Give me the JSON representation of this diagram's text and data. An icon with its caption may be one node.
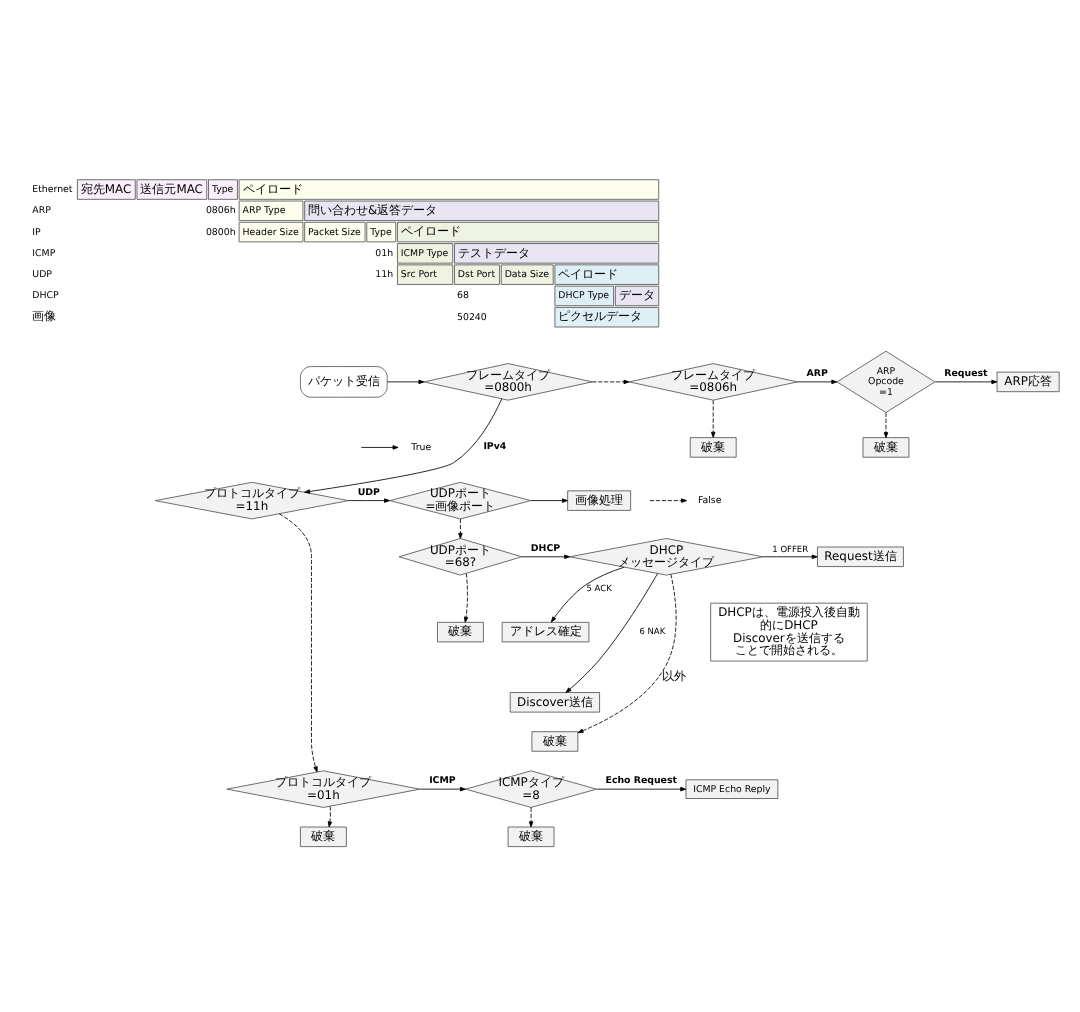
{
  "diagram": {
    "nodes": [
      {
        "text": [
          "パケット受信"
        ]
      },
      {
        "text": [
          "フレームタイプ =0800h"
        ]
      },
      {
        "text": [
          "フレームタイプ =0806h"
        ]
      },
      {
        "text": [
          "ARP Opcode =1"
        ]
      },
      {
        "text": [
          "ARP応答"
        ]
      },
      {
        "text": [
          "破棄"
        ]
      },
      {
        "text": [
          "破棄"
        ]
      },
      {
        "text": [
          "プロトコルタイプ =11h"
        ]
      },
      {
        "text": [
          "UDPポート =画像ポート"
        ]
      },
      {
        "text": [
          "画像処理"
        ]
      },
      {
        "text": [
          "UDPポート =68?"
        ]
      },
      {
        "text": [
          "破棄"
        ]
      },
      {
        "text": [
          "DHCP メッセージタイプ"
        ]
      },
      {
        "text": [
          "Request送信"
        ]
      },
      {
        "text": [
          "アドレス確定"
        ]
      },
      {
        "text": [
          "Discover送信"
        ]
      },
      {
        "text": [
          "破棄"
        ]
      },
      {
        "text": [
          "プロトコルタイプ =01h"
        ]
      },
      {
        "text": [
          "破棄"
        ]
      },
      {
        "text": [
          "ICMPタイプ =8"
        ]
      },
      {
        "text": [
          "破棄"
        ]
      },
      {
        "text": [
          "ICMP Echo Reply"
        ]
      },
      {
        "text": [
          "DHCPは、電源投入後自動的にDHCP Discoverを送信することで開始される。"
        ]
      }
    ],
    "edges": [
      {
        "from": 0,
        "to": 1,
        "arrow": "to"
      },
      {
        "from": 1,
        "to": 2,
        "arrow": "to",
        "style": "dashed"
      },
      {
        "from": 1,
        "to": 7,
        "arrow": "to",
        "label": "IPv4"
      },
      {
        "from": 2,
        "to": 3,
        "arrow": "to",
        "label": "ARP"
      },
      {
        "from": 2,
        "to": 5,
        "arrow": "to",
        "style": "dashed"
      },
      {
        "from": 3,
        "to": 4,
        "arrow": "to",
        "label": "Request"
      },
      {
        "from": 3,
        "to": 6,
        "arrow": "to",
        "style": "dashed"
      },
      {
        "from": 7,
        "to": 8,
        "arrow": "to",
        "label": "UDP"
      },
      {
        "from": 7,
        "to": 17,
        "arrow": "to",
        "style": "dashed"
      },
      {
        "from": 8,
        "to": 9,
        "arrow": "to"
      },
      {
        "from": 8,
        "to": 10,
        "arrow": "to",
        "style": "dashed"
      },
      {
        "from": 10,
        "to": 12,
        "arrow": "to",
        "label": "DHCP"
      },
      {
        "from": 10,
        "to": 11,
        "arrow": "to",
        "style": "dashed"
      },
      {
        "from": 12,
        "to": 13,
        "arrow": "to",
        "label": "1 OFFER"
      },
      {
        "from": 12,
        "to": 14,
        "arrow": "to",
        "label": "5 ACK"
      },
      {
        "from": 12,
        "to": 15,
        "arrow": "to",
        "label": "6 NAK"
      },
      {
        "from": 12,
        "to": 16,
        "arrow": "to",
        "label": "以外",
        "style": "dashed"
      },
      {
        "from": 17,
        "to": 19,
        "arrow": "to",
        "label": "ICMP"
      },
      {
        "from": 17,
        "to": 18,
        "arrow": "to",
        "style": "dashed"
      },
      {
        "from": 19,
        "to": 21,
        "arrow": "to",
        "label": "Echo Request"
      },
      {
        "from": 19,
        "to": 20,
        "arrow": "to",
        "style": "dashed"
      }
    ],
    "labels": [
      "Ethernet",
      "宛先MAC",
      "送信元MAC",
      "Type",
      "ペイロード",
      "ARP",
      "0806h",
      "ARP Type",
      "問い合わせ&返答データ",
      "IP",
      "0800h",
      "Header Size",
      "Packet Size",
      "Type",
      "ペイロード",
      "ICMP",
      "01h",
      "ICMP Type",
      "テストデータ",
      "UDP",
      "11h",
      "Src Port",
      "Dst Port",
      "Data Size",
      "ペイロード",
      "DHCP",
      "68",
      "DHCP Type",
      "データ",
      "画像",
      "50240",
      "ピクセルデータ"
    ],
    "legend": [
      {
        "text": "True"
      },
      {
        "text": "False"
      }
    ]
  }
}
